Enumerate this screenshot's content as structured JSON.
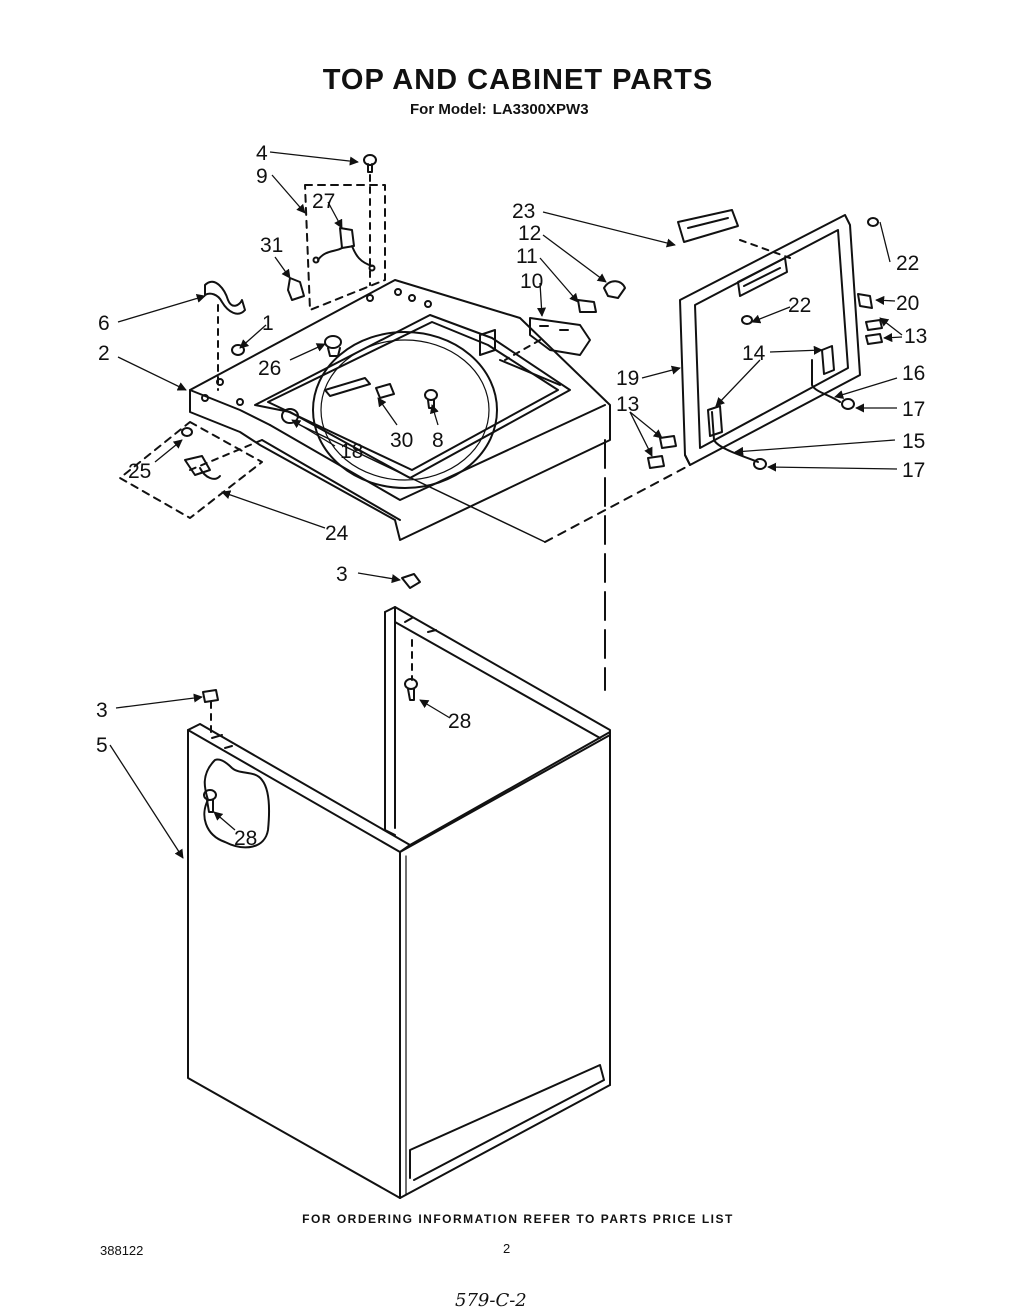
{
  "title": "TOP AND CABINET PARTS",
  "subtitle": {
    "label": "For Model:",
    "model": "LA3300XPW3"
  },
  "footer_note": "FOR ORDERING INFORMATION REFER TO PARTS PRICE LIST",
  "document_number": "388122",
  "page_number": "2",
  "handwritten_code": "579-C-2",
  "callouts": [
    "4",
    "9",
    "27",
    "31",
    "6",
    "1",
    "2",
    "26",
    "30",
    "8",
    "18",
    "25",
    "24",
    "23",
    "12",
    "11",
    "10",
    "22",
    "22",
    "20",
    "13",
    "14",
    "16",
    "19",
    "17",
    "13",
    "15",
    "17",
    "3",
    "28",
    "3",
    "5",
    "28"
  ]
}
